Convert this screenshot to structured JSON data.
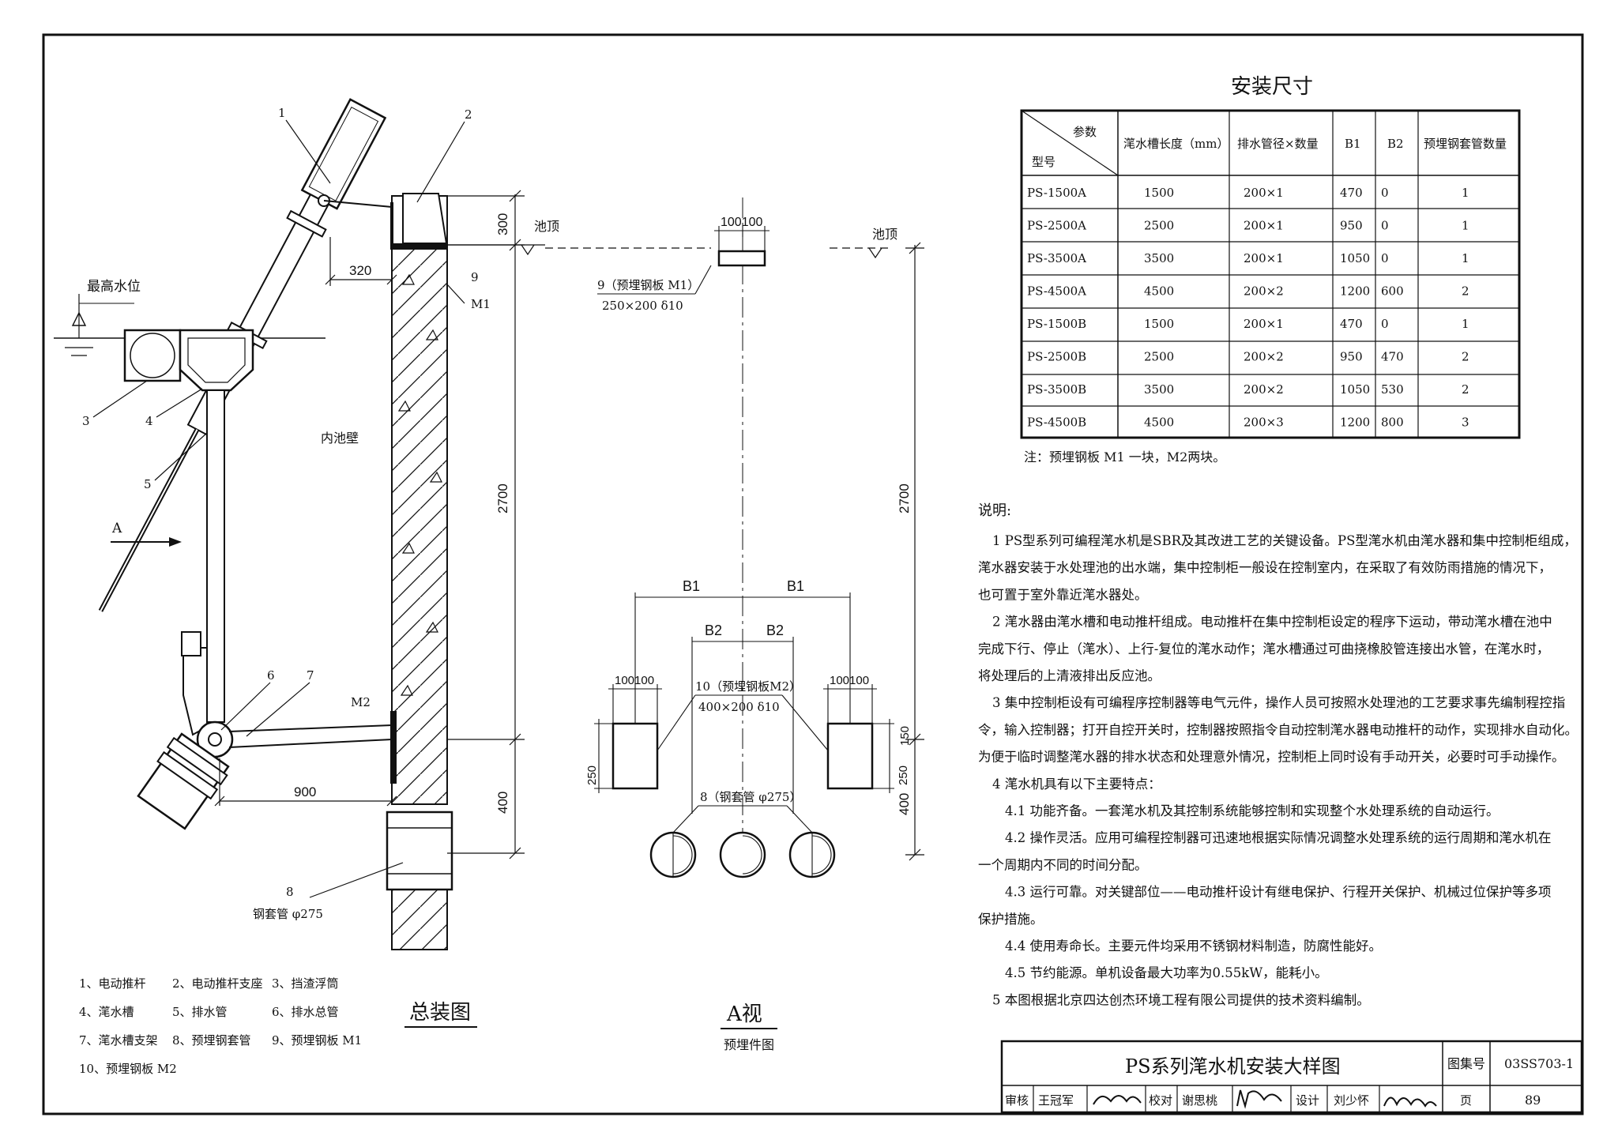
{
  "main_view": {
    "caption": "总装图",
    "direction_label": "A",
    "water_level_label": "最高水位",
    "wall_label": "内池壁",
    "pool_top_label": "池顶",
    "m1_label": "M1",
    "m2_label": "M2",
    "sleeve_label": "钢套管 φ275",
    "dims": {
      "top": "300",
      "offset": "320",
      "mid": "2700",
      "bottom": "400",
      "reach": "900"
    },
    "callouts": [
      "1",
      "2",
      "3",
      "4",
      "5",
      "6",
      "7",
      "8",
      "9"
    ]
  },
  "legend": [
    "1、电动推杆",
    "2、电动推杆支座",
    "3、挡渣浮筒",
    "4、滗水槽",
    "5、排水管",
    "6、排水总管",
    "7、滗水槽支架",
    "8、预埋钢套管",
    "9、预埋钢板 M1",
    "10、预埋钢板 M2"
  ],
  "a_view": {
    "caption": "A视",
    "subcaption": "预埋件图",
    "pool_top_label": "池顶",
    "plate_m1_label": "9（预埋钢板 M1）",
    "plate_m1_size": "250×200 δ10",
    "plate_m2_label": "10（预埋钢板M2）",
    "plate_m2_size": "400×200 δ10",
    "sleeve_label": "8（钢套管 φ275）",
    "b1": "B1",
    "b2": "B2",
    "dims": {
      "top": "100100",
      "mid": "2700",
      "bottom": "400",
      "plate_h": "250",
      "plate_off": "150"
    }
  },
  "table": {
    "title": "安装尺寸",
    "corner_param": "参数",
    "corner_model": "型号",
    "headers": [
      "滗水槽长度（mm）",
      "排水管径×数量",
      "B1",
      "B2",
      "预埋钢套管数量"
    ],
    "rows": [
      [
        "PS-1500A",
        "1500",
        "200×1",
        "470",
        "0",
        "1"
      ],
      [
        "PS-2500A",
        "2500",
        "200×1",
        "950",
        "0",
        "1"
      ],
      [
        "PS-3500A",
        "3500",
        "200×1",
        "1050",
        "0",
        "1"
      ],
      [
        "PS-4500A",
        "4500",
        "200×2",
        "1200",
        "600",
        "2"
      ],
      [
        "PS-1500B",
        "1500",
        "200×1",
        "470",
        "0",
        "1"
      ],
      [
        "PS-2500B",
        "2500",
        "200×2",
        "950",
        "470",
        "2"
      ],
      [
        "PS-3500B",
        "3500",
        "200×2",
        "1050",
        "530",
        "2"
      ],
      [
        "PS-4500B",
        "4500",
        "200×3",
        "1200",
        "800",
        "3"
      ]
    ],
    "note": "注：预埋钢板 M1 一块，M2两块。"
  },
  "notes": {
    "heading": "说明:",
    "lines": [
      "1 PS型系列可编程滗水机是SBR及其改进工艺的关键设备。PS型滗水机由滗水器和集中控制柜组成，",
      "滗水器安装于水处理池的出水端，集中控制柜一般设在控制室内，在采取了有效防雨措施的情况下，",
      "也可置于室外靠近滗水器处。",
      "2 滗水器由滗水槽和电动推杆组成。电动推杆在集中控制柜设定的程序下运动，带动滗水槽在池中",
      "完成下行、停止（滗水）、上行-复位的滗水动作；滗水槽通过可曲挠橡胶管连接出水管，在滗水时，",
      "将处理后的上清液排出反应池。",
      "3 集中控制柜设有可编程序控制器等电气元件，操作人员可按照水处理池的工艺要求事先编制程控指",
      "令，输入控制器；打开自控开关时，控制器按照指令自动控制滗水器电动推杆的动作，实现排水自动化。",
      "为便于临时调整滗水器的排水状态和处理意外情况，控制柜上同时设有手动开关，必要时可手动操作。",
      "4 滗水机具有以下主要特点：",
      "4.1 功能齐备。一套滗水机及其控制系统能够控制和实现整个水处理系统的自动运行。",
      "4.2 操作灵活。应用可编程控制器可迅速地根据实际情况调整水处理系统的运行周期和滗水机在",
      "一个周期内不同的时间分配。",
      "4.3 运行可靠。对关键部位——电动推杆设计有继电保护、行程开关保护、机械过位保护等多项",
      "保护措施。",
      "4.4 使用寿命长。主要元件均采用不锈钢材料制造，防腐性能好。",
      "4.5 节约能源。单机设备最大功率为0.55kW，能耗小。",
      "5 本图根据北京四达创杰环境工程有限公司提供的技术资料编制。"
    ]
  },
  "title_block": {
    "title": "PS系列滗水机安装大样图",
    "atlas_label": "图集号",
    "atlas_no": "03SS703-1",
    "review_label": "审核",
    "reviewer": "王冠军",
    "check_label": "校对",
    "checker": "谢思桃",
    "design_label": "设计",
    "designer": "刘少怀",
    "page_label": "页",
    "page_no": "89"
  }
}
